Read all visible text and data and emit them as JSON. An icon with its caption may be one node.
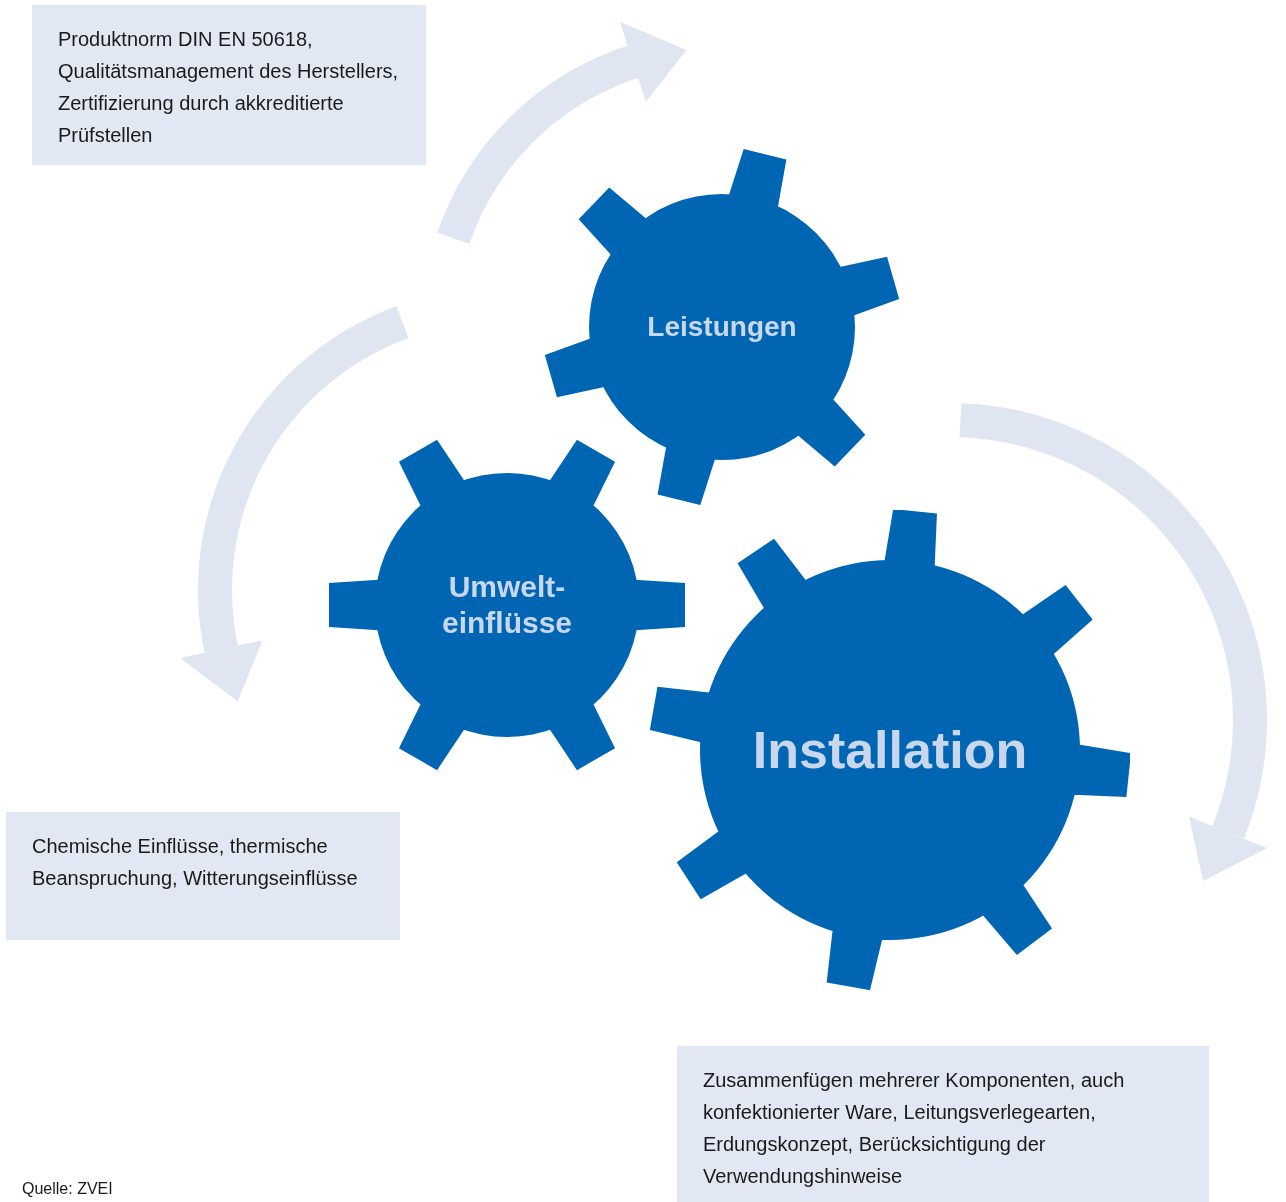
{
  "diagram": {
    "nodes": [
      {
        "text": [
          "Produktnorm DIN EN 50618, Qualitätsmanagement des Herstellers, Zertifizierung durch akkreditierte Prüfstellen"
        ]
      },
      {
        "text": [
          "Leistungen"
        ]
      },
      {
        "text": [
          "Umwelt- einflüsse"
        ]
      },
      {
        "text": [
          "Installation"
        ]
      },
      {
        "text": [
          "Chemische Einflüsse, thermische Beanspruchung, Witterungseinflüsse"
        ]
      },
      {
        "text": [
          "Zusammenfügen mehrerer Komponenten, auch konfektionierter Ware, Leitungsverlegearten, Erdungskonzept, Berücksichtigung der Verwendungshinweise"
        ]
      }
    ],
    "labels": [
      "Quelle: ZVEI"
    ]
  }
}
